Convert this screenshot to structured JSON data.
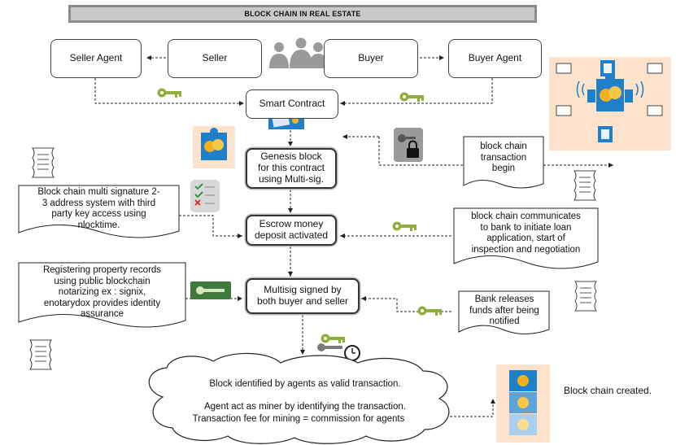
{
  "title": "BLOCK CHAIN IN REAL ESTATE",
  "parties": {
    "seller_agent": "Seller Agent",
    "seller": "Seller",
    "buyer": "Buyer",
    "buyer_agent": "Buyer Agent"
  },
  "process": {
    "smart_contract": "Smart Contract",
    "genesis_block": [
      "Genesis block",
      "for this contract",
      "using Multi-sig."
    ],
    "escrow": [
      "Escrow money",
      "deposit activated"
    ],
    "multisig": [
      "Multisig signed by",
      "both buyer and seller"
    ]
  },
  "notes": {
    "transaction_begin": [
      "block chain",
      "transaction",
      "begin"
    ],
    "multi_signature": [
      "Block chain multi signature 2-",
      "3 address system with third",
      "party key access using",
      "nlocktime."
    ],
    "bank_communicates": [
      "block chain communicates",
      "to bank to initiate loan",
      "application, start of",
      "inspection and negotiation"
    ],
    "registering": [
      "Registering property records",
      "using public blockchain",
      "notarizing ex : signix,",
      "enotarydox provides identity",
      "assurance"
    ],
    "bank_releases": [
      "Bank releases",
      "funds after being",
      "notified"
    ]
  },
  "cloud": {
    "line1": "Block identified by agents as valid transaction.",
    "line2": "Agent act as miner by identifying the transaction.",
    "line3": "Transaction fee for mining = commission for agents"
  },
  "block_chain_created": "Block chain created.",
  "icons": {
    "key_color": "#8fae3a",
    "blue_tile": "#1f7fc8",
    "gold_coin": "#f2b01e",
    "peach_background": "#fde3cc"
  }
}
